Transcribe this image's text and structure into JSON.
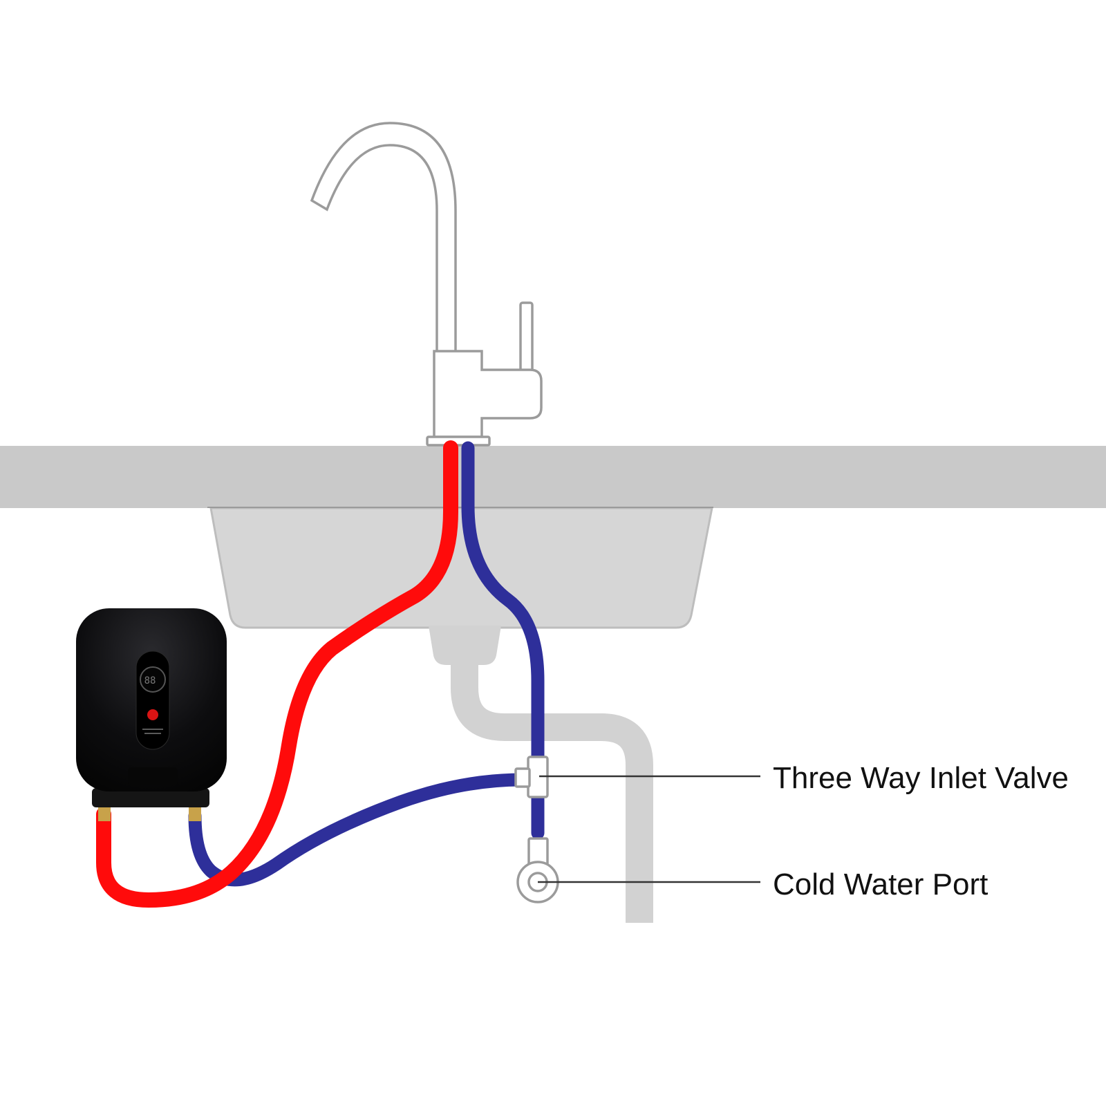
{
  "labels": {
    "three_way_valve": "Three Way Inlet Valve",
    "cold_water_port": "Cold Water Port"
  },
  "heater": {
    "display_digits": "88"
  },
  "colors": {
    "hot_hose": "#ff0b0b",
    "cold_hose": "#2e2f9a",
    "countertop": "#c9c9c9",
    "sink": "#d6d6d6",
    "drain_pipe": "#d2d2d2",
    "faucet_outline": "#9b9b9b",
    "heater_body": "#0b0b0c",
    "leader_line": "#333333"
  },
  "icons": [
    "faucet-icon",
    "heater-icon",
    "power-button-icon",
    "valve-icon",
    "port-icon"
  ]
}
